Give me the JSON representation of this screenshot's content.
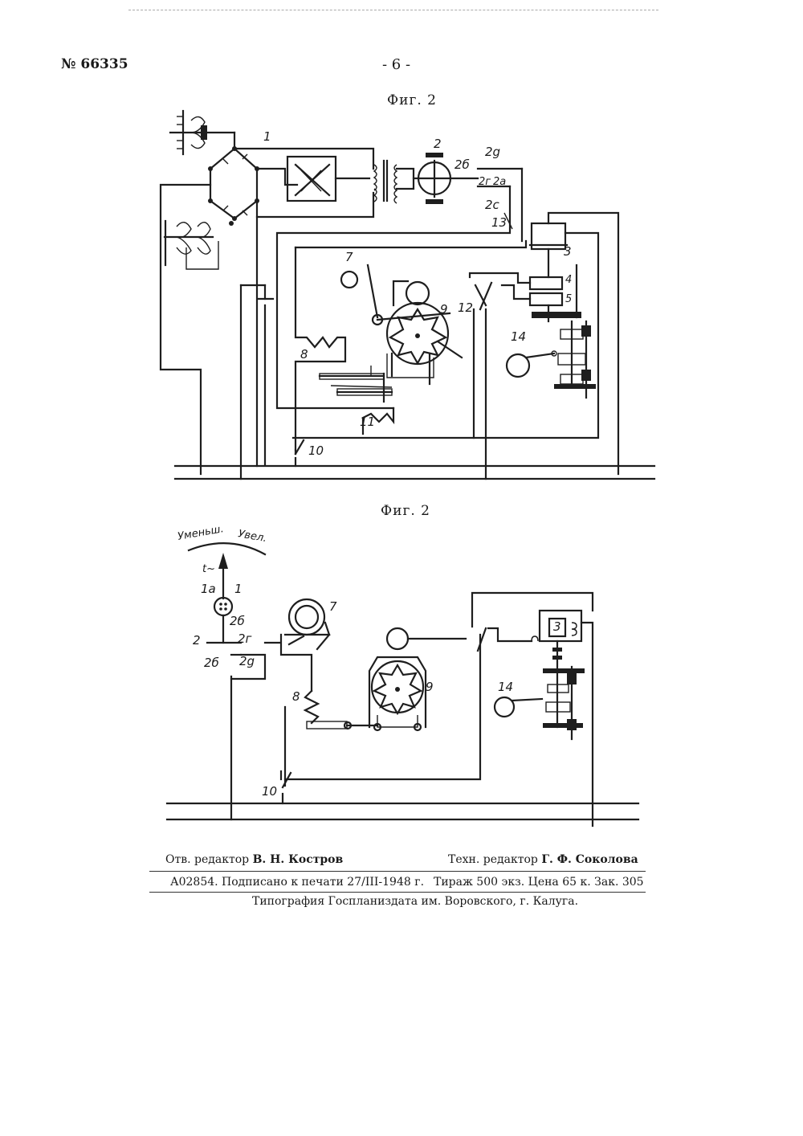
{
  "header": {
    "patent_number": "№ 66335",
    "page_number": "- 6 -"
  },
  "figures": [
    {
      "caption": "Фиг. 2"
    },
    {
      "caption": "Фиг. 2"
    }
  ],
  "diagram1_labels": [
    "1",
    "2",
    "2б",
    "2g",
    "2г",
    "2а",
    "2с",
    "13",
    "3",
    "4",
    "5",
    "7",
    "8",
    "9",
    "10",
    "11",
    "12",
    "14"
  ],
  "diagram2_labels": {
    "scale_left": "Уменьш.",
    "scale_right": "Увел.",
    "items": [
      "1а",
      "1",
      "2б",
      "2",
      "2г",
      "2б",
      "2g",
      "7",
      "8",
      "9",
      "3",
      "14",
      "10"
    ]
  },
  "footer": {
    "editor_label": "Отв. редактор",
    "editor_name": "В. Н. Костров",
    "tech_label": "Техн. редактор",
    "tech_name": "Г. Ф. Соколова",
    "print_info": "А02854. Подписано к печати 27/III-1948 г.",
    "run_info": "Тираж 500 экз. Цена 65 к. Зак. 305",
    "printer": "Типография Госпланиздата им. Воровского, г. Калуга."
  }
}
